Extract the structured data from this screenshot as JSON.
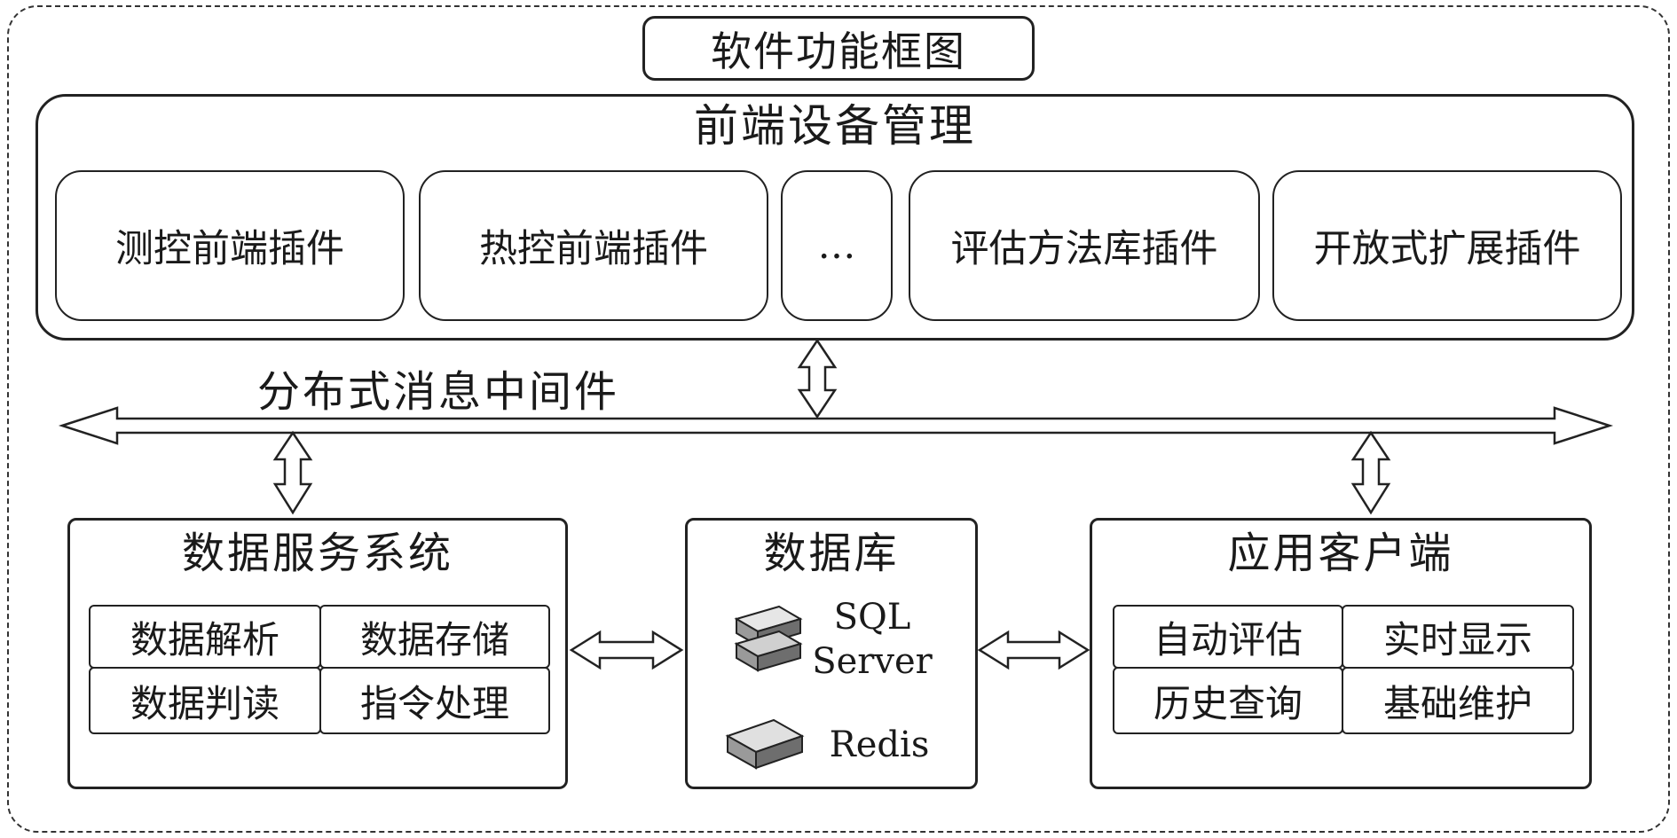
{
  "title": "软件功能框图",
  "frontend": {
    "title": "前端设备管理",
    "plugins": [
      "测控前端插件",
      "热控前端插件",
      "…",
      "评估方法库插件",
      "开放式扩展插件"
    ]
  },
  "middleware": {
    "label": "分布式消息中间件"
  },
  "data_service": {
    "title": "数据服务系统",
    "cells": [
      "数据解析",
      "数据存储",
      "数据判读",
      "指令处理"
    ]
  },
  "database": {
    "title": "数据库",
    "sql_line1": "SQL",
    "sql_line2": "Server",
    "redis": "Redis"
  },
  "client": {
    "title": "应用客户端",
    "cells": [
      "自动评估",
      "实时显示",
      "历史查询",
      "基础维护"
    ]
  },
  "icons": {
    "sql": "database-server-icon",
    "redis": "database-server-icon"
  }
}
